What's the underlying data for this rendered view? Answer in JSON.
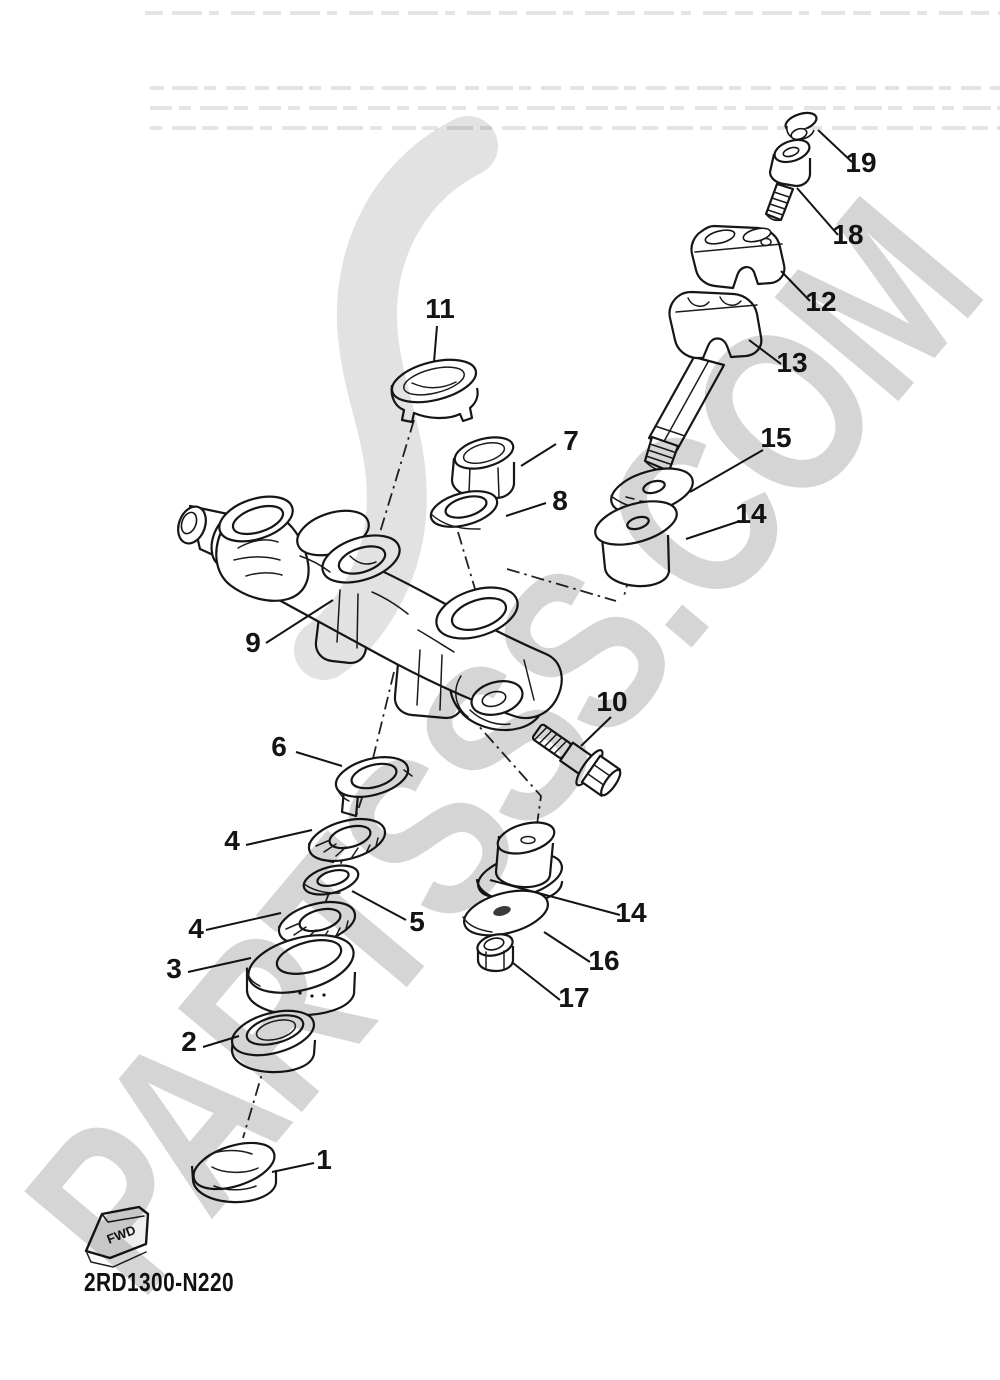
{
  "page": {
    "background": "#ffffff",
    "type": "exploded-parts-diagram",
    "subject": "steering assembly"
  },
  "colors": {
    "line": "#161616",
    "watermark_text": "#d5d5d5",
    "watermark_swoosh": "#e2e2e2",
    "background": "#ffffff"
  },
  "watermark": {
    "text": "PARTSSS.COM"
  },
  "footer": {
    "drawing_code": "2RD1300-N220",
    "direction_label": "FWD"
  },
  "callouts": [
    {
      "label": "11"
    },
    {
      "label": "7"
    },
    {
      "label": "8"
    },
    {
      "label": "9"
    },
    {
      "label": "6"
    },
    {
      "label": "4"
    },
    {
      "label": "5"
    },
    {
      "label": "4"
    },
    {
      "label": "3"
    },
    {
      "label": "2"
    },
    {
      "label": "1"
    },
    {
      "label": "10"
    },
    {
      "label": "14"
    },
    {
      "label": "16"
    },
    {
      "label": "17"
    },
    {
      "label": "19"
    },
    {
      "label": "18"
    },
    {
      "label": "12"
    },
    {
      "label": "13"
    },
    {
      "label": "15"
    },
    {
      "label": "14"
    }
  ]
}
